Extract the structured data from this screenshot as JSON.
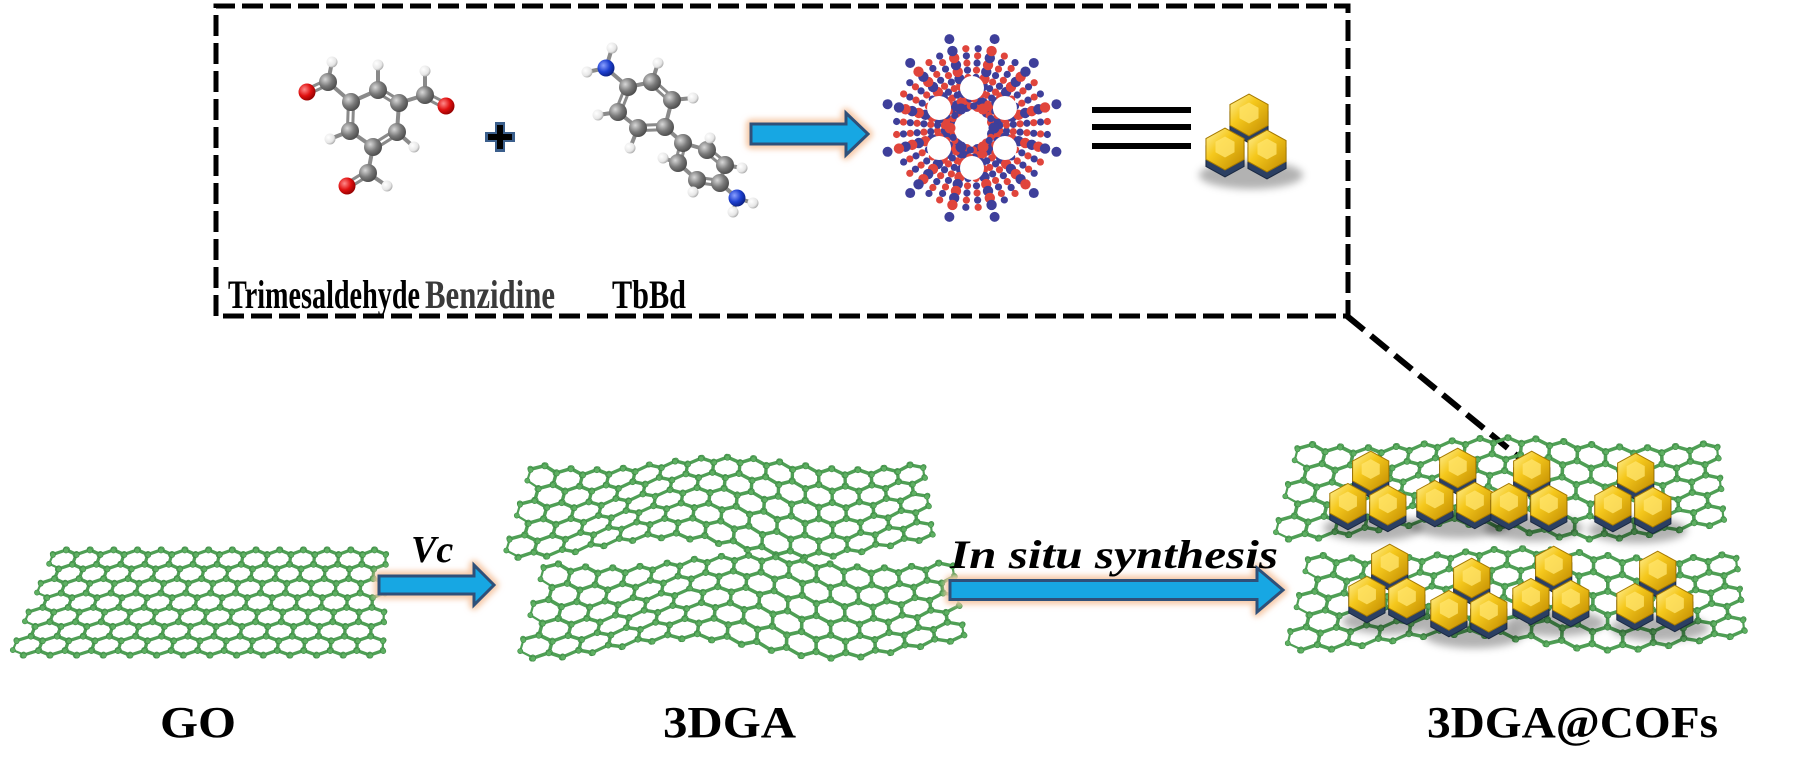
{
  "title": "Schematic of in situ synthesis of 3DGA@COFs",
  "colors": {
    "box_dash": "#000000",
    "arrow_fill": "#17a7e3",
    "arrow_border": "#2f5079",
    "arrow_glow": "#f6c9a8",
    "graphene_bond": "#4f9f55",
    "graphene_atom": "#5eb062",
    "carbon": "#7a7a7a",
    "hydrogen": "#f2f2f2",
    "oxygen": "#e01010",
    "nitrogen": "#1d3fd0",
    "cof_red": "#e0453c",
    "cof_blue": "#3e3f9a",
    "cof_gold": "#f2c21c",
    "cof_side": "#2b3f62",
    "label_black": "#000000",
    "label_gray": "#3a3a3a"
  },
  "inset": {
    "reactants": [
      {
        "name": "Trimesaldehyde",
        "label": "Trimesaldehyde"
      },
      {
        "name": "Benzidine",
        "label": "Benzidine"
      }
    ],
    "plus_symbol": "+",
    "product_label": "TbBd",
    "equivalence_symbol": "≡",
    "molecules": {
      "trimesaldehyde": {
        "atoms": [
          {
            "el": "C",
            "id": "c1"
          },
          {
            "el": "C",
            "id": "c2"
          },
          {
            "el": "C",
            "id": "c3"
          },
          {
            "el": "C",
            "id": "c4"
          },
          {
            "el": "C",
            "id": "c5"
          },
          {
            "el": "C",
            "id": "c6"
          },
          {
            "el": "C",
            "id": "a1"
          },
          {
            "el": "O",
            "id": "o1"
          },
          {
            "el": "H",
            "id": "ha1"
          },
          {
            "el": "C",
            "id": "a2"
          },
          {
            "el": "O",
            "id": "o2"
          },
          {
            "el": "H",
            "id": "ha2"
          },
          {
            "el": "C",
            "id": "a3"
          },
          {
            "el": "O",
            "id": "o3"
          },
          {
            "el": "H",
            "id": "ha3"
          },
          {
            "el": "H",
            "id": "h1"
          },
          {
            "el": "H",
            "id": "h2"
          },
          {
            "el": "H",
            "id": "h3"
          }
        ],
        "bonds": [
          [
            "c1",
            "c2",
            2
          ],
          [
            "c2",
            "c3",
            1
          ],
          [
            "c3",
            "c4",
            2
          ],
          [
            "c4",
            "c5",
            1
          ],
          [
            "c5",
            "c6",
            2
          ],
          [
            "c6",
            "c1",
            1
          ],
          [
            "c6",
            "a1",
            1
          ],
          [
            "a1",
            "o1",
            2
          ],
          [
            "a1",
            "ha1",
            1
          ],
          [
            "c2",
            "a2",
            1
          ],
          [
            "a2",
            "o2",
            2
          ],
          [
            "a2",
            "ha2",
            1
          ],
          [
            "c4",
            "a3",
            1
          ],
          [
            "a3",
            "o3",
            2
          ],
          [
            "a3",
            "ha3",
            1
          ],
          [
            "c1",
            "h1",
            1
          ],
          [
            "c3",
            "h2",
            1
          ],
          [
            "c5",
            "h3",
            1
          ]
        ]
      },
      "benzidine": {
        "atoms": [
          {
            "el": "N",
            "id": "n1"
          },
          {
            "el": "H",
            "id": "hn1"
          },
          {
            "el": "H",
            "id": "hn2"
          },
          {
            "el": "C",
            "id": "r1"
          },
          {
            "el": "C",
            "id": "r2"
          },
          {
            "el": "C",
            "id": "r3"
          },
          {
            "el": "C",
            "id": "r4"
          },
          {
            "el": "C",
            "id": "r5"
          },
          {
            "el": "C",
            "id": "r6"
          },
          {
            "el": "H",
            "id": "hr2"
          },
          {
            "el": "H",
            "id": "hr3"
          },
          {
            "el": "H",
            "id": "hr5"
          },
          {
            "el": "H",
            "id": "hr6"
          },
          {
            "el": "C",
            "id": "s1"
          },
          {
            "el": "C",
            "id": "s2"
          },
          {
            "el": "C",
            "id": "s3"
          },
          {
            "el": "C",
            "id": "s4"
          },
          {
            "el": "C",
            "id": "s5"
          },
          {
            "el": "C",
            "id": "s6"
          },
          {
            "el": "H",
            "id": "hs2"
          },
          {
            "el": "H",
            "id": "hs3"
          },
          {
            "el": "H",
            "id": "hs5"
          },
          {
            "el": "H",
            "id": "hs6"
          },
          {
            "el": "N",
            "id": "n2"
          },
          {
            "el": "H",
            "id": "hn3"
          },
          {
            "el": "H",
            "id": "hn4"
          }
        ],
        "bonds": [
          [
            "n1",
            "hn1",
            1
          ],
          [
            "n1",
            "hn2",
            1
          ],
          [
            "n1",
            "r1",
            1
          ],
          [
            "r1",
            "r2",
            1
          ],
          [
            "r2",
            "r3",
            2
          ],
          [
            "r3",
            "r4",
            1
          ],
          [
            "r4",
            "r5",
            2
          ],
          [
            "r5",
            "r6",
            1
          ],
          [
            "r6",
            "r1",
            2
          ],
          [
            "r2",
            "hr2",
            1
          ],
          [
            "r3",
            "hr3",
            1
          ],
          [
            "r5",
            "hr5",
            1
          ],
          [
            "r6",
            "hr6",
            1
          ],
          [
            "r4",
            "s1",
            1
          ],
          [
            "s1",
            "s2",
            1
          ],
          [
            "s2",
            "s3",
            2
          ],
          [
            "s3",
            "s4",
            1
          ],
          [
            "s4",
            "s5",
            2
          ],
          [
            "s5",
            "s6",
            1
          ],
          [
            "s6",
            "s1",
            2
          ],
          [
            "s2",
            "hs2",
            1
          ],
          [
            "s3",
            "hs3",
            1
          ],
          [
            "s5",
            "hs5",
            1
          ],
          [
            "s6",
            "hs6",
            1
          ],
          [
            "s4",
            "n2",
            1
          ],
          [
            "n2",
            "hn3",
            1
          ],
          [
            "n2",
            "hn4",
            1
          ]
        ]
      }
    }
  },
  "steps": [
    {
      "name": "go",
      "label": "GO"
    },
    {
      "name": "3dga",
      "label": "3DGA"
    },
    {
      "name": "3dga-cofs",
      "label": "3DGA@COFs"
    }
  ],
  "transitions": [
    {
      "name": "vc",
      "label": "Vc"
    },
    {
      "name": "in-situ",
      "label": "In situ synthesis"
    }
  ],
  "cof_cluster_count": {
    "top_sheet": 4,
    "bottom_sheet": 4
  }
}
